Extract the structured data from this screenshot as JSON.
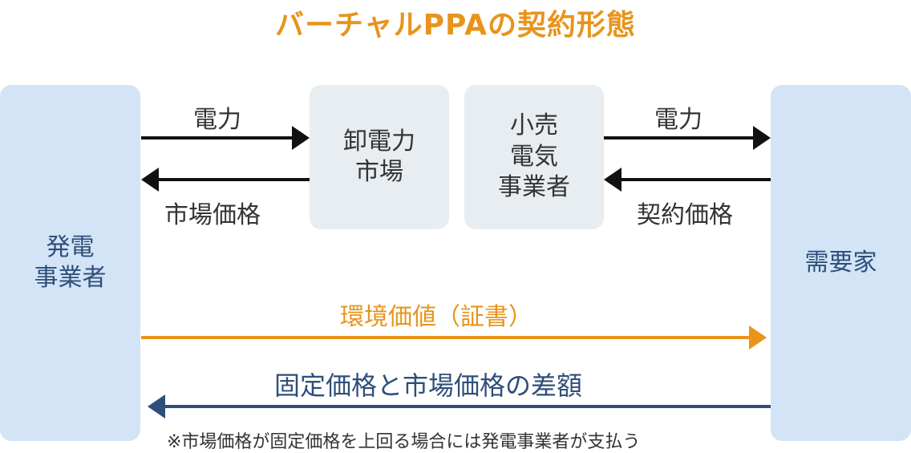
{
  "title": "バーチャルPPAの契約形態",
  "entities": {
    "generator": [
      "発電",
      "事業者"
    ],
    "wholesale_market": [
      "卸電力",
      "市場"
    ],
    "retailer": [
      "小売",
      "電気",
      "事業者"
    ],
    "consumer": [
      "需要家"
    ]
  },
  "flows": {
    "power_to_market": "電力",
    "market_price": "市場価格",
    "power_to_consumer": "電力",
    "contract_price": "契約価格",
    "environmental_value": "環境価値（証書）",
    "price_difference": "固定価格と市場価格の差額"
  },
  "note": "※市場価格が固定価格を上回る場合には発電事業者が支払う",
  "colors": {
    "title": "#e8941c",
    "entity_box": "#d3e4f7",
    "intermediary_box": "#e8edf1",
    "black_arrow": "#111111",
    "orange_arrow": "#e8941c",
    "blue_arrow": "#2f4f7a"
  }
}
